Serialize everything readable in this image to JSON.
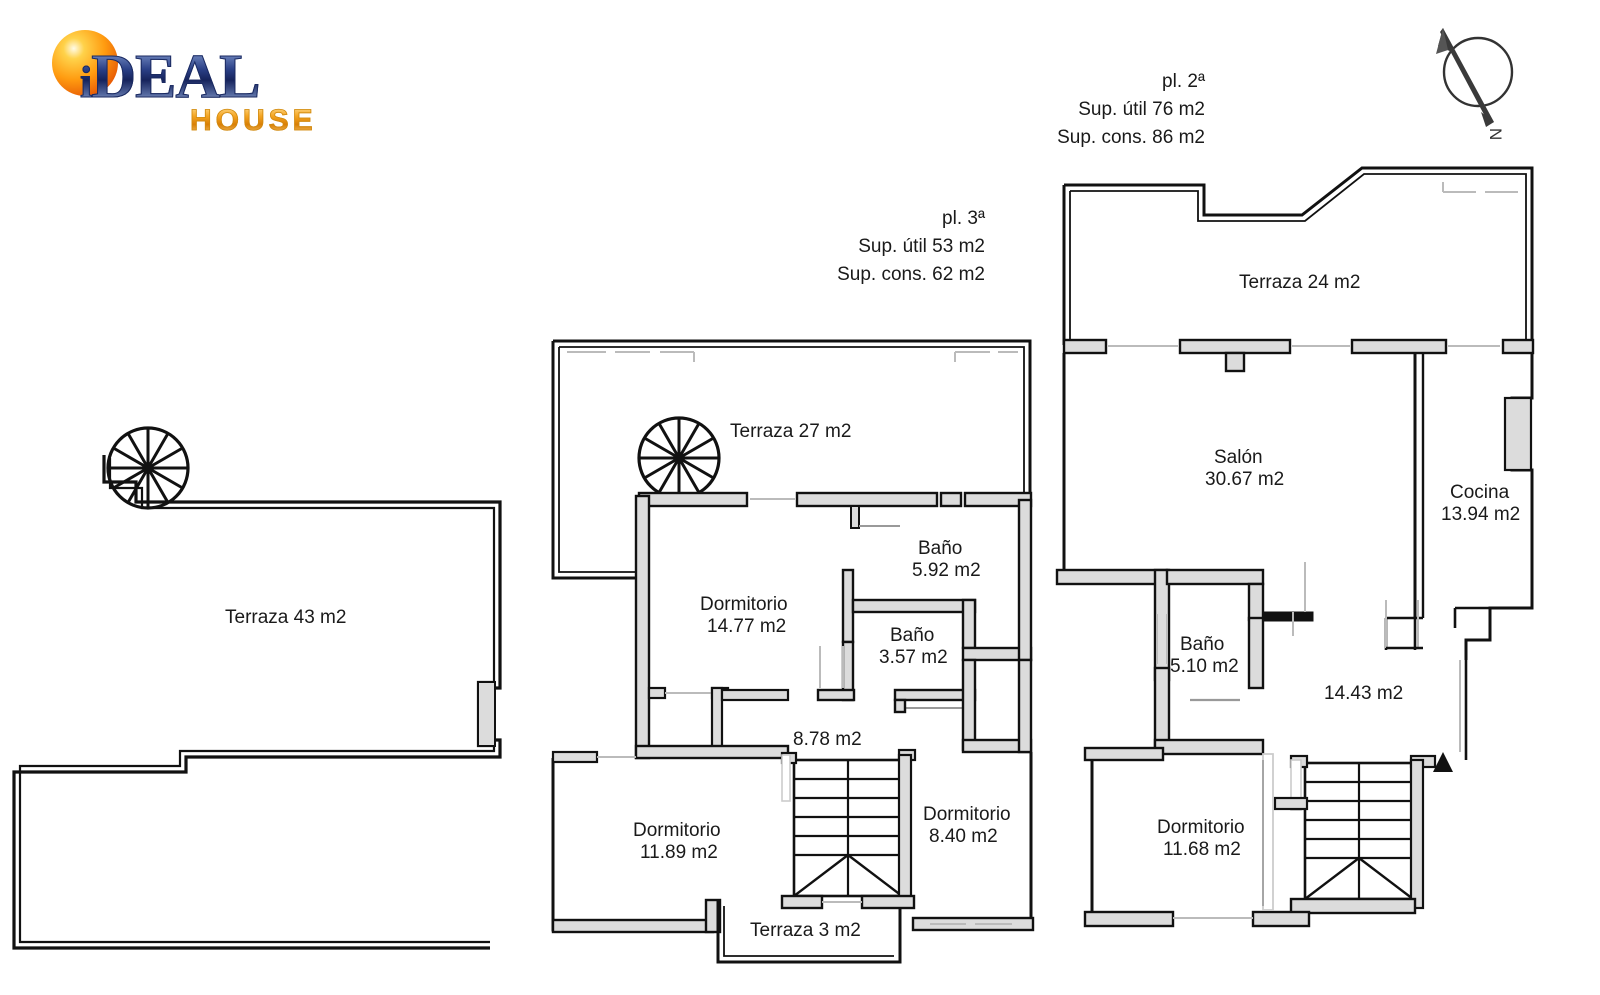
{
  "document": {
    "type": "floor-plan",
    "title": "iDEAL HOUSE floor plans"
  },
  "logo": {
    "mark": "sun-sphere-icon",
    "word_i": "i",
    "word_main": "DEAL",
    "word_sub": "HOUSE"
  },
  "compass": {
    "icon": "compass-north-icon",
    "north_label": "N"
  },
  "headers": {
    "floor2": {
      "floor_label": "pl. 2ª",
      "useful_area": "Sup. útil 76 m2",
      "built_area": "Sup. cons. 86 m2"
    },
    "floor3": {
      "floor_label": "pl. 3ª",
      "useful_area": "Sup. útil 53 m2",
      "built_area": "Sup. cons. 62 m2"
    }
  },
  "plans": {
    "roof_terrace": {
      "name": "roof-terrace-plan",
      "rooms": [
        {
          "label": "Terraza 43 m2",
          "name": "Terraza",
          "area": "43 m2"
        }
      ],
      "features": [
        "spiral-staircase"
      ]
    },
    "floor3": {
      "name": "third-floor-plan",
      "rooms": [
        {
          "label": "Terraza 27 m2",
          "name": "Terraza",
          "area": "27 m2"
        },
        {
          "label": "Dormitorio",
          "area": "14.77 m2"
        },
        {
          "label": "Baño",
          "area": "5.92 m2"
        },
        {
          "label": "Baño",
          "area": "3.57 m2"
        },
        {
          "label": "",
          "area": "8.78 m2"
        },
        {
          "label": "Dormitorio",
          "area": "11.89 m2"
        },
        {
          "label": "Dormitorio",
          "area": "8.40 m2"
        },
        {
          "label": "Terraza 3 m2",
          "name": "Terraza",
          "area": "3 m2"
        }
      ],
      "features": [
        "spiral-staircase",
        "straight-staircase"
      ]
    },
    "floor2": {
      "name": "second-floor-plan",
      "rooms": [
        {
          "label": "Terraza 24 m2",
          "name": "Terraza",
          "area": "24 m2"
        },
        {
          "label": "Salón",
          "area": "30.67 m2"
        },
        {
          "label": "Cocina",
          "area": "13.94 m2"
        },
        {
          "label": "Baño",
          "area": "5.10 m2"
        },
        {
          "label": "",
          "area": "14.43 m2"
        },
        {
          "label": "Dormitorio",
          "area": "11.68 m2"
        }
      ],
      "features": [
        "straight-staircase",
        "entrance-marker"
      ]
    }
  },
  "labels": {
    "terraza_43": "Terraza 43 m2",
    "terraza_27": "Terraza 27 m2",
    "terraza_24": "Terraza 24 m2",
    "terraza_3": "Terraza 3 m2",
    "dormitorio": "Dormitorio",
    "bano": "Baño",
    "salon": "Salón",
    "cocina": "Cocina",
    "a_14_77": "14.77 m2",
    "a_5_92": "5.92 m2",
    "a_3_57": "3.57 m2",
    "a_8_78": "8.78 m2",
    "a_11_89": "11.89 m2",
    "a_8_40": "8.40 m2",
    "a_30_67": "30.67 m2",
    "a_13_94": "13.94 m2",
    "a_5_10": "5.10 m2",
    "a_14_43": "14.43 m2",
    "a_11_68": "11.68 m2"
  },
  "colors": {
    "wall_fill": "#dcdcdc",
    "wall_stroke": "#111111",
    "background": "#ffffff",
    "text": "#1a1a1a",
    "logo_orange": "#f5a623",
    "logo_blue": "#2a3f86"
  }
}
